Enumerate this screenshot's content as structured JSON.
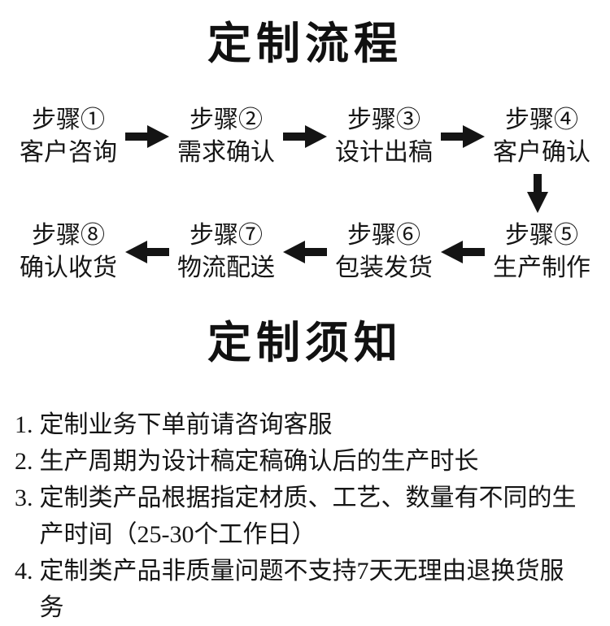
{
  "flow": {
    "title": "定制流程",
    "row1": [
      {
        "step": "步骤①",
        "label": "客户咨询"
      },
      {
        "step": "步骤②",
        "label": "需求确认"
      },
      {
        "step": "步骤③",
        "label": "设计出稿"
      },
      {
        "step": "步骤④",
        "label": "客户确认"
      }
    ],
    "row2": [
      {
        "step": "步骤⑧",
        "label": "确认收货"
      },
      {
        "step": "步骤⑦",
        "label": "物流配送"
      },
      {
        "step": "步骤⑥",
        "label": "包装发货"
      },
      {
        "step": "步骤⑤",
        "label": "生产制作"
      }
    ]
  },
  "notice": {
    "title": "定制须知",
    "items": [
      {
        "num": "1.",
        "text": "定制业务下单前请咨询客服"
      },
      {
        "num": "2.",
        "text": "生产周期为设计稿定稿确认后的生产时长"
      },
      {
        "num": "3.",
        "text": "定制类产品根据指定材质、工艺、数量有不同的生产时间（25-30个工作日）"
      },
      {
        "num": "4.",
        "text": "定制类产品非质量问题不支持7天无理由退换货服务"
      }
    ]
  },
  "colors": {
    "text": "#111111",
    "background": "#ffffff",
    "arrow": "#141414"
  }
}
